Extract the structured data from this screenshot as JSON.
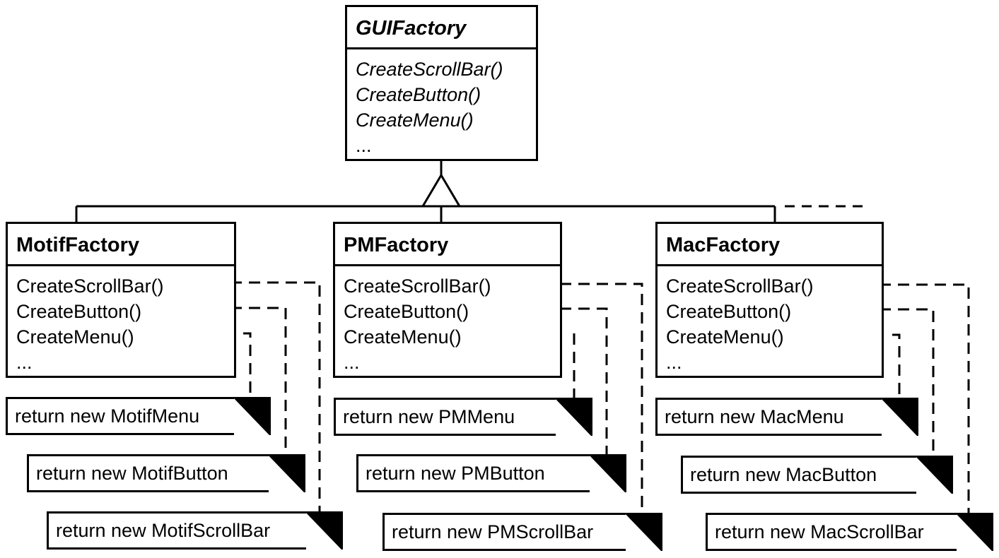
{
  "abstract_factory": {
    "name": "GUIFactory",
    "operations": [
      "CreateScrollBar()",
      "CreateButton()",
      "CreateMenu()",
      "..."
    ]
  },
  "factories": [
    {
      "name": "MotifFactory",
      "operations": [
        "CreateScrollBar()",
        "CreateButton()",
        "CreateMenu()",
        "..."
      ],
      "notes": {
        "menu": "return new MotifMenu",
        "button": "return new MotifButton",
        "scrollbar": "return new MotifScrollBar"
      }
    },
    {
      "name": "PMFactory",
      "operations": [
        "CreateScrollBar()",
        "CreateButton()",
        "CreateMenu()",
        "..."
      ],
      "notes": {
        "menu": "return new PMMenu",
        "button": "return new PMButton",
        "scrollbar": "return new PMScrollBar"
      }
    },
    {
      "name": "MacFactory",
      "operations": [
        "CreateScrollBar()",
        "CreateButton()",
        "CreateMenu()",
        "..."
      ],
      "notes": {
        "menu": "return new MacMenu",
        "button": "return new MacButton",
        "scrollbar": "return new MacScrollBar"
      }
    }
  ]
}
